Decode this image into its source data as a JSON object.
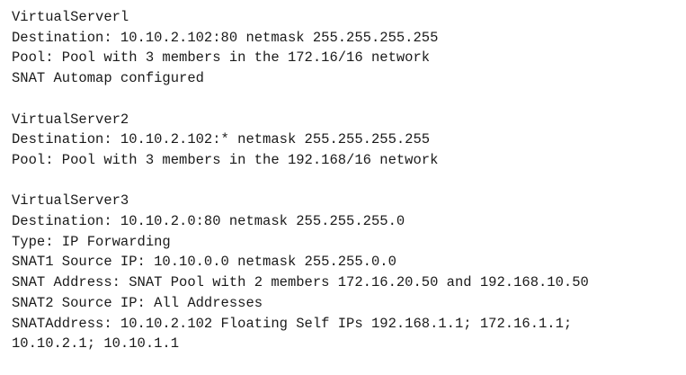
{
  "blocks": [
    {
      "title": "VirtualServerl",
      "lines": [
        "Destination: 10.10.2.102:80 netmask 255.255.255.255",
        "Pool: Pool with 3 members in the 172.16/16 network",
        "SNAT Automap configured"
      ]
    },
    {
      "title": "VirtualServer2",
      "lines": [
        "Destination: 10.10.2.102:* netmask 255.255.255.255",
        "Pool: Pool with 3 members in the 192.168/16 network"
      ]
    },
    {
      "title": "VirtualServer3",
      "lines": [
        "Destination: 10.10.2.0:80 netmask 255.255.255.0",
        "Type: IP Forwarding",
        "SNAT1 Source IP: 10.10.0.0 netmask 255.255.0.0",
        "SNAT Address: SNAT Pool with 2 members 172.16.20.50 and 192.168.10.50",
        "SNAT2 Source IP: All Addresses",
        "SNATAddress: 10.10.2.102 Floating Self IPs 192.168.1.1; 172.16.1.1;",
        "10.10.2.1; 10.10.1.1"
      ]
    }
  ]
}
